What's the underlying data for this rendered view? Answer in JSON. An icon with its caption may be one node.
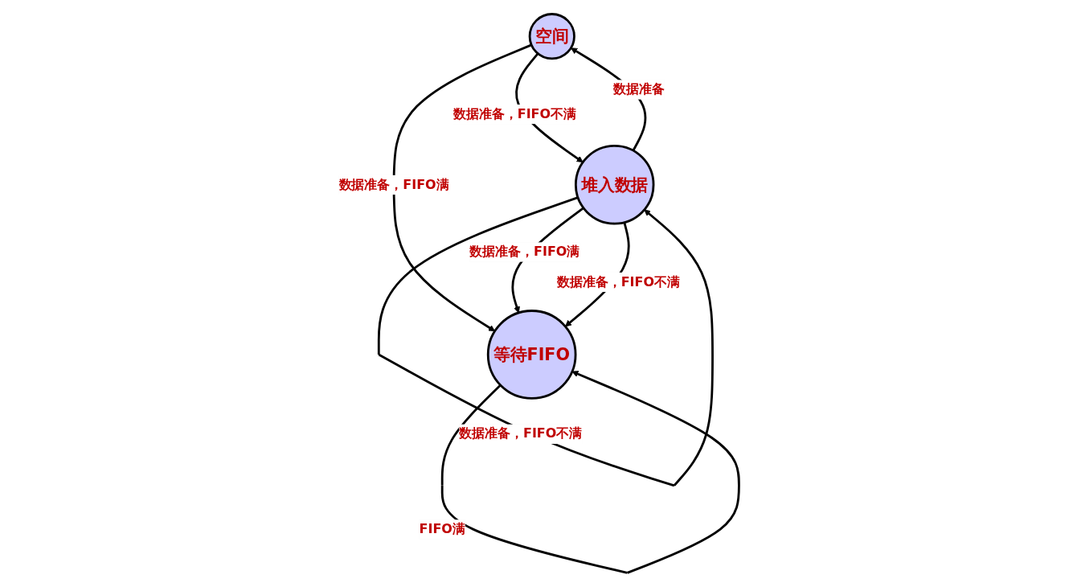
{
  "diagram": {
    "nodes": [
      {
        "text": [
          "空间"
        ]
      },
      {
        "text": [
          "等待FIFO"
        ]
      },
      {
        "text": [
          "堆入数据"
        ]
      }
    ],
    "edges": [
      {
        "from": 0,
        "to": 1,
        "arrow": "to",
        "label": "数据准备，FIFO满"
      },
      {
        "from": 0,
        "to": 2,
        "arrow": "to",
        "label": "数据准备，FIFO不满"
      },
      {
        "from": 2,
        "to": 0,
        "arrow": "to",
        "label": "数据准备"
      },
      {
        "from": 1,
        "to": 1,
        "arrow": "to",
        "label": "FIFO满"
      },
      {
        "from": 2,
        "to": 2,
        "arrow": "to",
        "label": "数据准备，FIFO不满"
      },
      {
        "from": 2,
        "to": 1,
        "arrow": "to",
        "label": "数据准备，FIFO满"
      },
      {
        "from": 2,
        "to": 1,
        "arrow": "to",
        "label": "数据准备，FIFO不满"
      }
    ]
  }
}
